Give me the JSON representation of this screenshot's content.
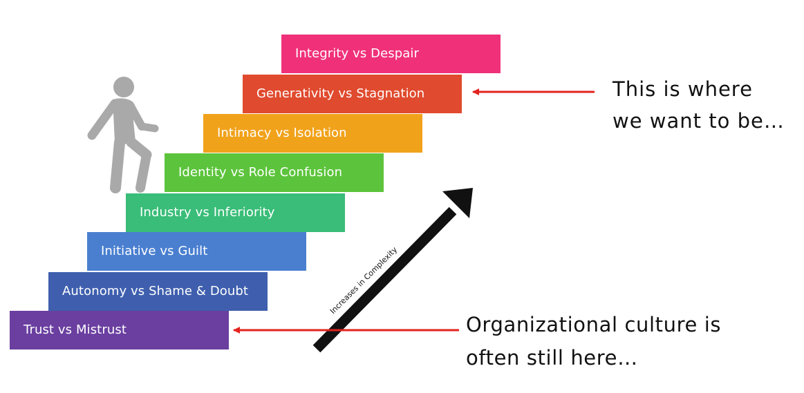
{
  "stages": [
    {
      "label": "Trust vs Mistrust",
      "color": "#6a3fa0"
    },
    {
      "label": "Autonomy vs Shame & Doubt",
      "color": "#3f5fae"
    },
    {
      "label": "Initiative vs Guilt",
      "color": "#4a7fd0"
    },
    {
      "label": "Industry vs Inferiority",
      "color": "#39bd78"
    },
    {
      "label": "Identity vs Role Confusion",
      "color": "#5cc43c"
    },
    {
      "label": "Intimacy vs Isolation",
      "color": "#f1a21b"
    },
    {
      "label": "Generativity vs Stagnation",
      "color": "#e04a2e"
    },
    {
      "label": "Integrity vs Despair",
      "color": "#f0317a"
    }
  ],
  "complexity_arrow": {
    "label": "Increases in Complexity"
  },
  "callouts": {
    "top": {
      "line1": "This is where",
      "line2": "we want to be…"
    },
    "bottom": {
      "line1": "Organizational culture is",
      "line2": "often still here…"
    }
  },
  "colors": {
    "pointer_arrow": "#e3231f",
    "figure": "#a9a9a9",
    "complexity_arrow": "#111111"
  }
}
